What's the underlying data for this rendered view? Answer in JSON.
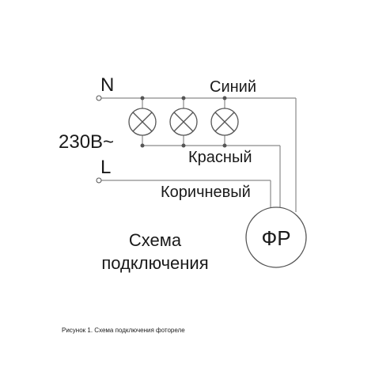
{
  "labels": {
    "neutral": "N",
    "line": "L",
    "voltage": "230В~",
    "blue": "Синий",
    "red": "Красный",
    "brown": "Коричневый",
    "photo_relay": "ФР",
    "title_line1": "Схема",
    "title_line2": "подключения",
    "caption": "Рисунок 1. Схема подключения фотореле"
  },
  "lamps": [
    {
      "name": "lamp-1"
    },
    {
      "name": "lamp-2"
    },
    {
      "name": "lamp-3"
    }
  ]
}
